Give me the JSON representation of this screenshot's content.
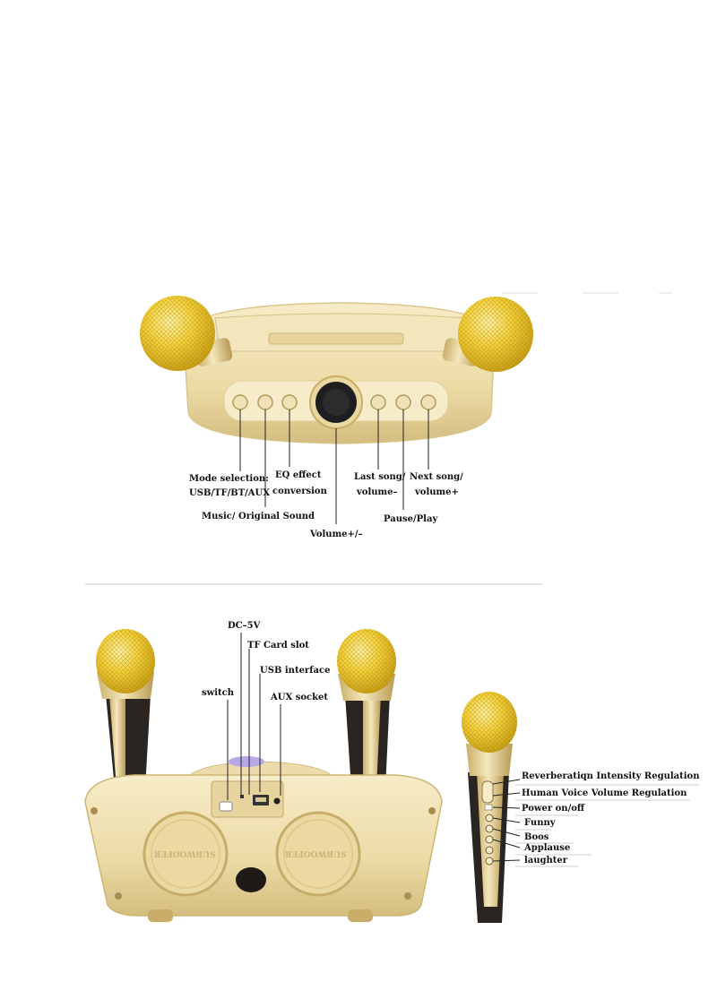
{
  "front_panel": {
    "labels": {
      "mode_line1": "Mode selection:",
      "mode_line2": "USB/TF/BT/AUX",
      "music_original": "Music/ Original Sound",
      "eq_line1": "EQ effect",
      "eq_line2": "conversion",
      "volume": "Volume+/–",
      "last_line1": "Last song/",
      "last_line2": "volume–",
      "next_line1": "Next song/",
      "next_line2": "volume+",
      "pause_play": "Pause/Play"
    }
  },
  "rear_panel": {
    "labels": {
      "dc": "DC–5V",
      "tf": "TF Card slot",
      "usb": "USB interface",
      "aux": "AUX socket",
      "switch": "switch"
    },
    "speaker_text": "SUBWOOFER"
  },
  "microphone": {
    "labels": {
      "reverb": "Reverberatiqn Intensity Regulation",
      "voice": "Human Voice Volume Regulation",
      "power": "Power on/off",
      "funny": "Funny",
      "boos": "Boos",
      "applause": "Applause",
      "laughter": "laughter"
    }
  },
  "colors": {
    "gold_body": "#efdfae",
    "gold_dark": "#c9ae6a",
    "mic_yellow": "#f4d23a",
    "black_grip": "#2a2520"
  }
}
